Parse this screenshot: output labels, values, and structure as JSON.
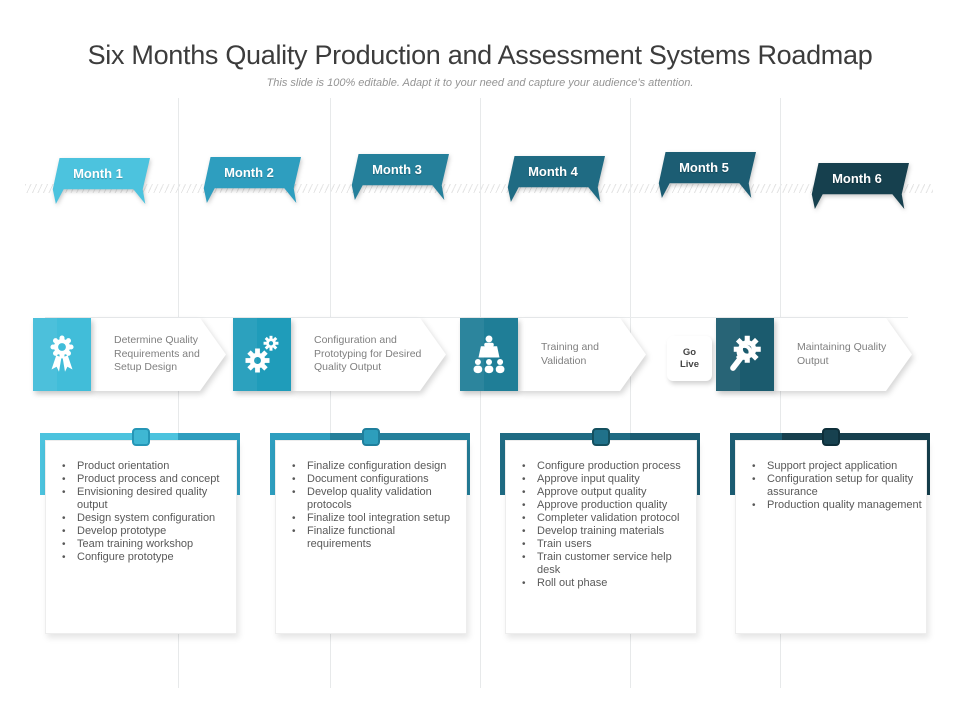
{
  "header": {
    "title": "Six Months Quality Production and Assessment Systems Roadmap",
    "subtitle": "This slide is 100% editable. Adapt it to your need and capture your audience’s attention."
  },
  "months": [
    {
      "label": "Month 1",
      "color": "#4CC3DE"
    },
    {
      "label": "Month 2",
      "color": "#2E9EBF"
    },
    {
      "label": "Month 3",
      "color": "#25809B"
    },
    {
      "label": "Month 4",
      "color": "#1F6B83"
    },
    {
      "label": "Month 5",
      "color": "#1C5D73"
    },
    {
      "label": "Month 6",
      "color": "#16404E"
    }
  ],
  "steps": [
    {
      "label": "Determine Quality Requirements and Setup Design",
      "icon": "award-ribbon-icon",
      "color": "#41BDD9"
    },
    {
      "label": "Configuration and Prototyping for Desired Quality Output",
      "icon": "gears-icon",
      "color": "#1F9CBA"
    },
    {
      "label": "Training and Validation",
      "icon": "presenter-audience-icon",
      "color": "#1F7E97"
    },
    {
      "label": "Maintaining Quality Output",
      "icon": "gear-wrench-icon",
      "color": "#1B5B6E"
    }
  ],
  "go_live": {
    "label": "Go Live"
  },
  "brackets": [
    {
      "left": "#4CC3DE",
      "right": "#2E9EBF",
      "handle_fill": "#3FB7D3",
      "handle_border": "#2596B6"
    },
    {
      "left": "#2E9EBF",
      "right": "#25809B",
      "handle_fill": "#2D9EBC",
      "handle_border": "#1F7F9C"
    },
    {
      "left": "#1F6B83",
      "right": "#1C5D73",
      "handle_fill": "#20718A",
      "handle_border": "#14505F"
    },
    {
      "left": "#1C5D73",
      "right": "#16404E",
      "handle_fill": "#17414F",
      "handle_border": "#0E2F3A"
    }
  ],
  "task_groups": [
    {
      "items": [
        "Product orientation",
        "Product process and concept",
        "Envisioning desired quality output",
        "Design system configuration",
        "Develop prototype",
        "Team training workshop",
        "Configure prototype"
      ]
    },
    {
      "items": [
        "Finalize configuration design",
        "Document configurations",
        "Develop quality validation protocols",
        "Finalize tool integration setup",
        "Finalize functional requirements"
      ]
    },
    {
      "items": [
        "Configure production process",
        "Approve input quality",
        "Approve output quality",
        "Approve production quality",
        "Completer validation protocol",
        "Develop training materials",
        "Train users",
        "Train customer service help desk",
        "Roll out phase"
      ]
    },
    {
      "items": [
        "Support project application",
        "Configuration setup for quality assurance",
        "Production quality management"
      ]
    }
  ]
}
